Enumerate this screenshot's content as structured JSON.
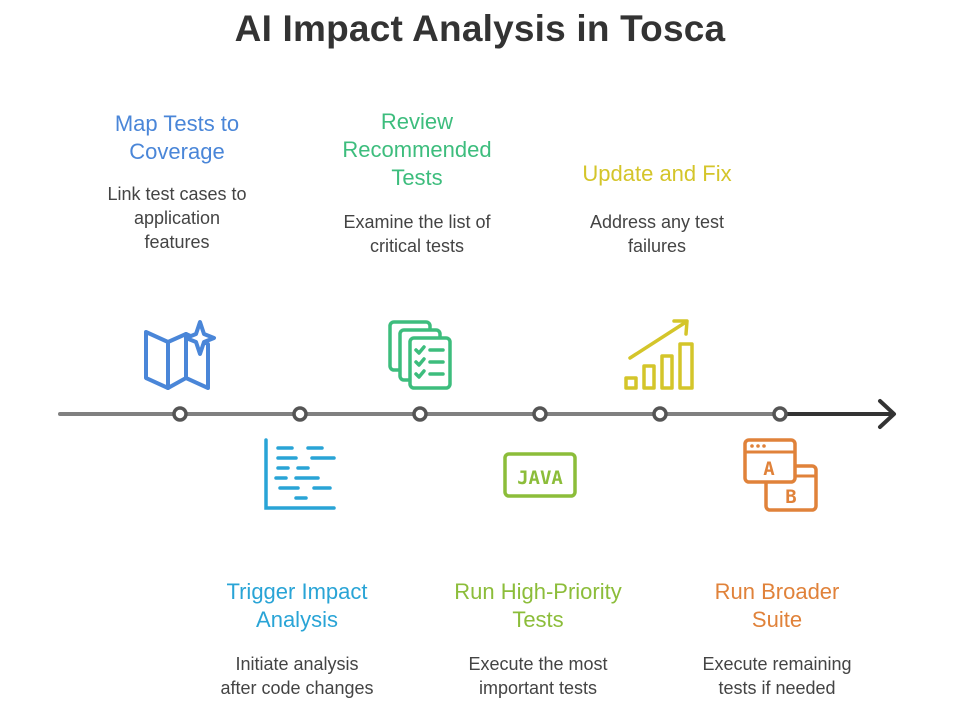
{
  "title": "AI Impact Analysis in Tosca",
  "colors": {
    "blue": "#4a86d8",
    "cyan": "#29a4d6",
    "green": "#3dbd7d",
    "olive": "#8cbd3a",
    "yellow": "#d4c52a",
    "orange": "#e0823a",
    "line": "#808080"
  },
  "steps": [
    {
      "id": "map",
      "title": "Map Tests to\nCoverage",
      "description": "Link test cases to\napplication\nfeatures",
      "icon": "map-sparkle-icon",
      "color": "#4a86d8",
      "position": "above"
    },
    {
      "id": "trigger",
      "title": "Trigger Impact\nAnalysis",
      "description": "Initiate analysis\nafter code changes",
      "icon": "gantt-list-icon",
      "color": "#29a4d6",
      "position": "below"
    },
    {
      "id": "review",
      "title": "Review\nRecommended\nTests",
      "description": "Examine the list of\ncritical tests",
      "icon": "checklist-stack-icon",
      "color": "#3dbd7d",
      "position": "above"
    },
    {
      "id": "run-high",
      "title": "Run High-Priority\nTests",
      "description": "Execute the most\nimportant tests",
      "icon": "java-icon",
      "color": "#8cbd3a",
      "position": "below"
    },
    {
      "id": "update",
      "title": "Update and Fix",
      "description": "Address any test\nfailures",
      "icon": "growth-chart-icon",
      "color": "#d4c52a",
      "position": "above"
    },
    {
      "id": "run-broader",
      "title": "Run Broader\nSuite",
      "description": "Execute remaining\ntests if needed",
      "icon": "ab-test-icon",
      "color": "#e0823a",
      "position": "below"
    }
  ],
  "java_label": "JAVA",
  "ab_labels": {
    "a": "A",
    "b": "B"
  }
}
